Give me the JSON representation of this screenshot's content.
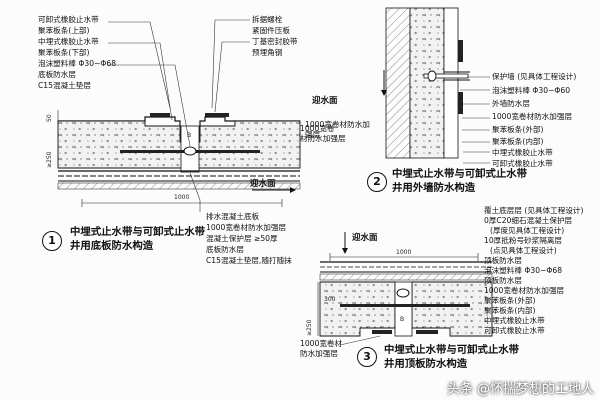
{
  "diagram1": {
    "number": "1",
    "title_line1": "中埋式止水带与可卸式止水带",
    "title_line2": "井用底板防水构造",
    "labels_left": [
      "可卸式橡胶止水带",
      "聚苯板条(上部)",
      "中埋式橡胶止水带",
      "聚苯板条(下部)",
      "泡沫塑料棒 Φ30~Φ68",
      "底板防水层",
      "C15混凝土垫层"
    ],
    "labels_right": [
      "拆据螺栓",
      "紧固件压板",
      "丁基密封胶带",
      "预埋角钢"
    ],
    "labels_bottom": [
      "排水混凝土底板",
      "1000宽卷材防水加强层",
      "混凝土保护层 ≥50厚",
      "底板防水层",
      "C15混凝土垫层,随打随抹"
    ],
    "label_left_mid": "1000宽卷材防水加强层",
    "face_label": "迎水面",
    "dim_50": "50",
    "dim_250": "≥250",
    "dim_1000": "1000",
    "dim_B": "B"
  },
  "diagram2": {
    "number": "2",
    "title_line1": "中埋式止水带与可卸式止水带",
    "title_line2": "井用外墙防水构造",
    "face_label": "迎水面",
    "label_left": "1000宽卷材防水加强层",
    "labels_right": [
      "保护墙 (见具体工程设计)",
      "泡沫塑料棒 Φ30~Φ60",
      "外墙防水层",
      "1000宽卷材防水加强层",
      "聚苯板条(外部)",
      "聚苯板条(内部)",
      "中埋式橡胶止水带",
      "可卸式橡胶止水带"
    ]
  },
  "diagram3": {
    "number": "3",
    "title_line1": "中埋式止水带与可卸式止水带",
    "title_line2": "井用顶板防水构造",
    "face_label": "迎水面",
    "labels_right": [
      "覆土底层层 (见具体工程设计)",
      "0厚C20细石混凝土保护层",
      "(厚度见具体工程设计)",
      "10厚抵粉号砂浆隔离层",
      "(点见具体工程设计)",
      "顶板防水层",
      "泡沫塑料棒 Φ30~Φ68",
      "顶板防水层",
      "1000宽卷材防水加强层",
      "聚苯板条(外部)",
      "聚苯板条(内部)",
      "中埋式橡胶止水带",
      "可卸式橡胶止水带"
    ],
    "labels_left": [
      "1000宽卷材",
      "防水加强层"
    ],
    "dim_1000": "1000",
    "dim_250": "≥250",
    "dim_B": "B",
    "dim_300": "300"
  },
  "watermark": "头条 @怀揣梦想的工地人"
}
